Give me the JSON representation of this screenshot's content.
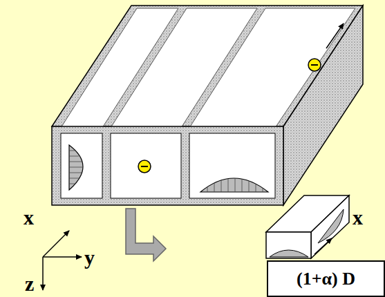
{
  "diagram": {
    "nodes": [
      {
        "text": [
          "(1+α) D"
        ]
      }
    ],
    "labels": [
      "x",
      "y",
      "z",
      "x"
    ]
  }
}
